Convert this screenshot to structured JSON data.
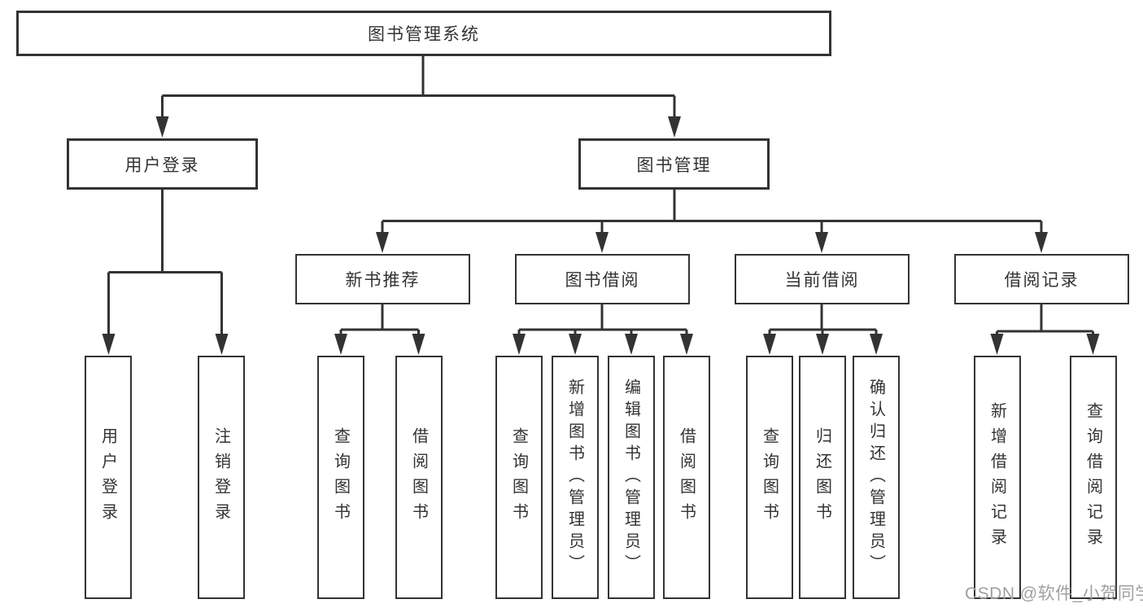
{
  "title": "图书管理系统",
  "branches": {
    "user": {
      "label": "用户登录",
      "children": [
        "用户登录",
        "注销登录"
      ]
    },
    "book": {
      "label": "图书管理",
      "sections": [
        {
          "label": "新书推荐",
          "children": [
            "查询图书",
            "借阅图书"
          ]
        },
        {
          "label": "图书借阅",
          "children": [
            "查询图书",
            "新增图书（管理员）",
            "编辑图书（管理员）",
            "借阅图书"
          ]
        },
        {
          "label": "当前借阅",
          "children": [
            "查询图书",
            "归还图书",
            "确认归还（管理员）"
          ]
        },
        {
          "label": "借阅记录",
          "children": [
            "新增借阅记录",
            "查询借阅记录"
          ]
        }
      ]
    }
  },
  "watermark": "CSDN @软件_小贺同学",
  "colors": {
    "line": "#333333",
    "text": "#333333",
    "watermark": "#a0a0a0",
    "background": "#ffffff"
  }
}
